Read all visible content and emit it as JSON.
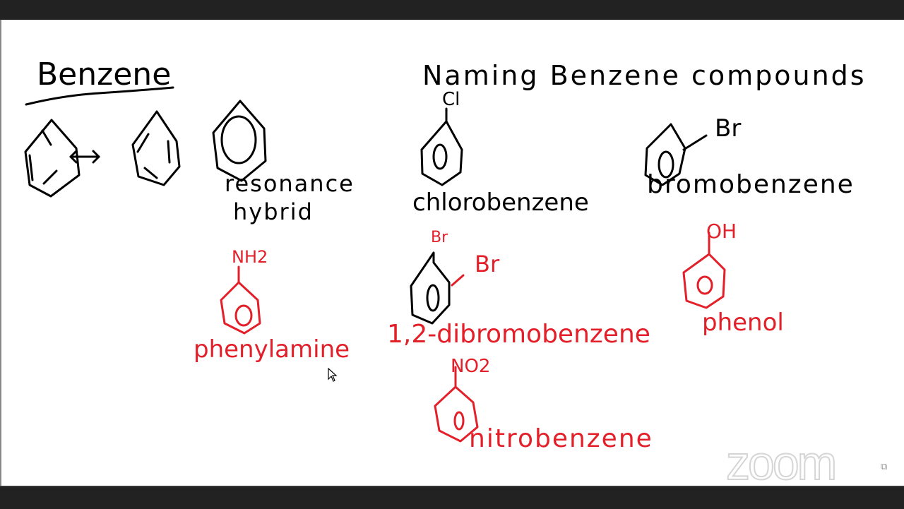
{
  "window": {
    "top_bar_color": "#222222",
    "bottom_bar_color": "#222222",
    "board_color": "#ffffff"
  },
  "colors": {
    "black_ink": "#000000",
    "red_ink": "#e3202a"
  },
  "left_section": {
    "title": "Benzene",
    "resonance_arrow": "↔",
    "hybrid_label_line1": "resonance",
    "hybrid_label_line2": "hybrid"
  },
  "right_section": {
    "title": "Naming Benzene compounds",
    "compounds": [
      {
        "substituent": "Cl",
        "name": "chlorobenzene",
        "ink": "black"
      },
      {
        "substituent": "Br",
        "name": "bromobenzene",
        "ink": "black"
      },
      {
        "substituent": "NH2",
        "name": "phenylamine",
        "ink": "red"
      },
      {
        "substituent_1": "Br",
        "substituent_2": "Br",
        "name": "1,2-dibromobenzene",
        "ink": "red"
      },
      {
        "substituent": "OH",
        "name": "phenol",
        "ink": "red"
      },
      {
        "substituent": "NO2",
        "name": "nitrobenzene",
        "ink": "red"
      }
    ]
  },
  "watermark": {
    "text": "zoom",
    "icon": "external-link-icon",
    "icon_glyph": "⧉"
  },
  "cursor": {
    "icon": "mouse-pointer-icon"
  }
}
